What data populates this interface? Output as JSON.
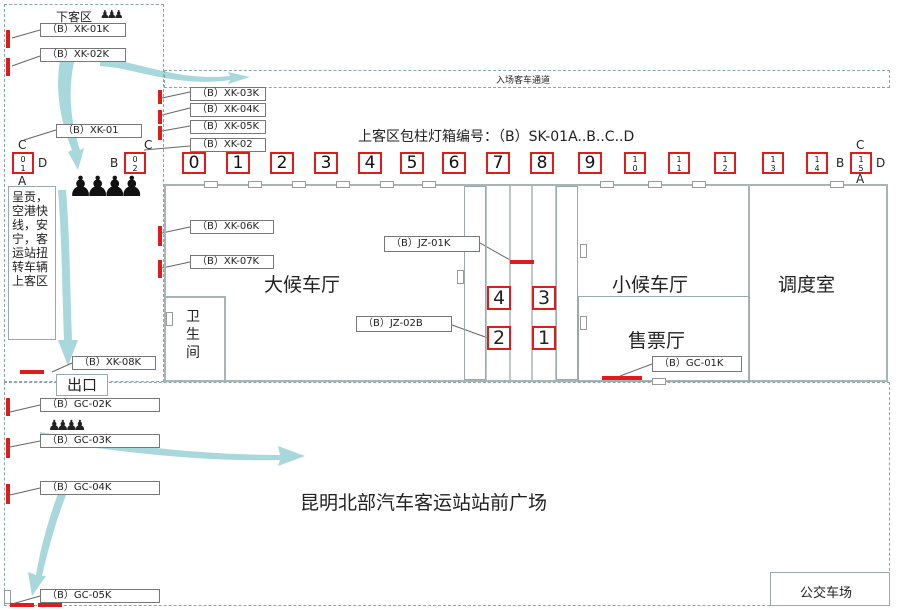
{
  "areas": {
    "xiakequ": "下客区",
    "entry_channel": "入场客车通道",
    "top_caption": "上客区包柱灯箱编号：（B）SK-01A..B..C..D",
    "exit": "出口",
    "big_hall": "大候车厅",
    "small_hall": "小候车厅",
    "dispatch": "调度室",
    "ticket": "售票厅",
    "toilet": "卫生间",
    "plaza": "昆明北部汽车客运站站前广场",
    "bus_yard": "公交车场",
    "side_note": "呈贡，空港快线，安宁，客运站扭转车辆上客区"
  },
  "labels": {
    "xk01k": "（B）XK-01K",
    "xk02k": "（B）XK-02K",
    "xk03k": "（B）XK-03K",
    "xk04k": "（B）XK-04K",
    "xk05k": "（B）XK-05K",
    "xk01": "（B）XK-01",
    "xk02": "（B）XK-02",
    "xk06k": "（B）XK-06K",
    "xk07k": "（B）XK-07K",
    "xk08k": "（B）XK-08K",
    "jz01k": "（B）JZ-01K",
    "jz02b": "（B）JZ-02B",
    "gc01k": "（B）GC-01K",
    "gc02k": "（B）GC-02K",
    "gc03k": "（B）GC-03K",
    "gc04k": "（B）GC-04K",
    "gc05k": "（B）GC-05K"
  },
  "pillars": {
    "left": [
      "0",
      "1"
    ],
    "second": [
      "0",
      "2"
    ],
    "main": [
      "0",
      "1",
      "2",
      "3",
      "4",
      "5",
      "6",
      "7",
      "8",
      "9"
    ],
    "small": [
      [
        "1",
        "0"
      ],
      [
        "1",
        "1"
      ],
      [
        "1",
        "2"
      ],
      [
        "1",
        "3"
      ],
      [
        "1",
        "4"
      ]
    ],
    "last": [
      "1",
      "5"
    ],
    "letters": {
      "a": "A",
      "b": "B",
      "c": "C",
      "d": "D"
    }
  },
  "gates": [
    "4",
    "3",
    "2",
    "1"
  ],
  "colors": {
    "red": "#e01b1b",
    "arrow": "#a9d8dc",
    "wall": "#a9b4b4"
  },
  "icons": [
    "people-icon"
  ]
}
